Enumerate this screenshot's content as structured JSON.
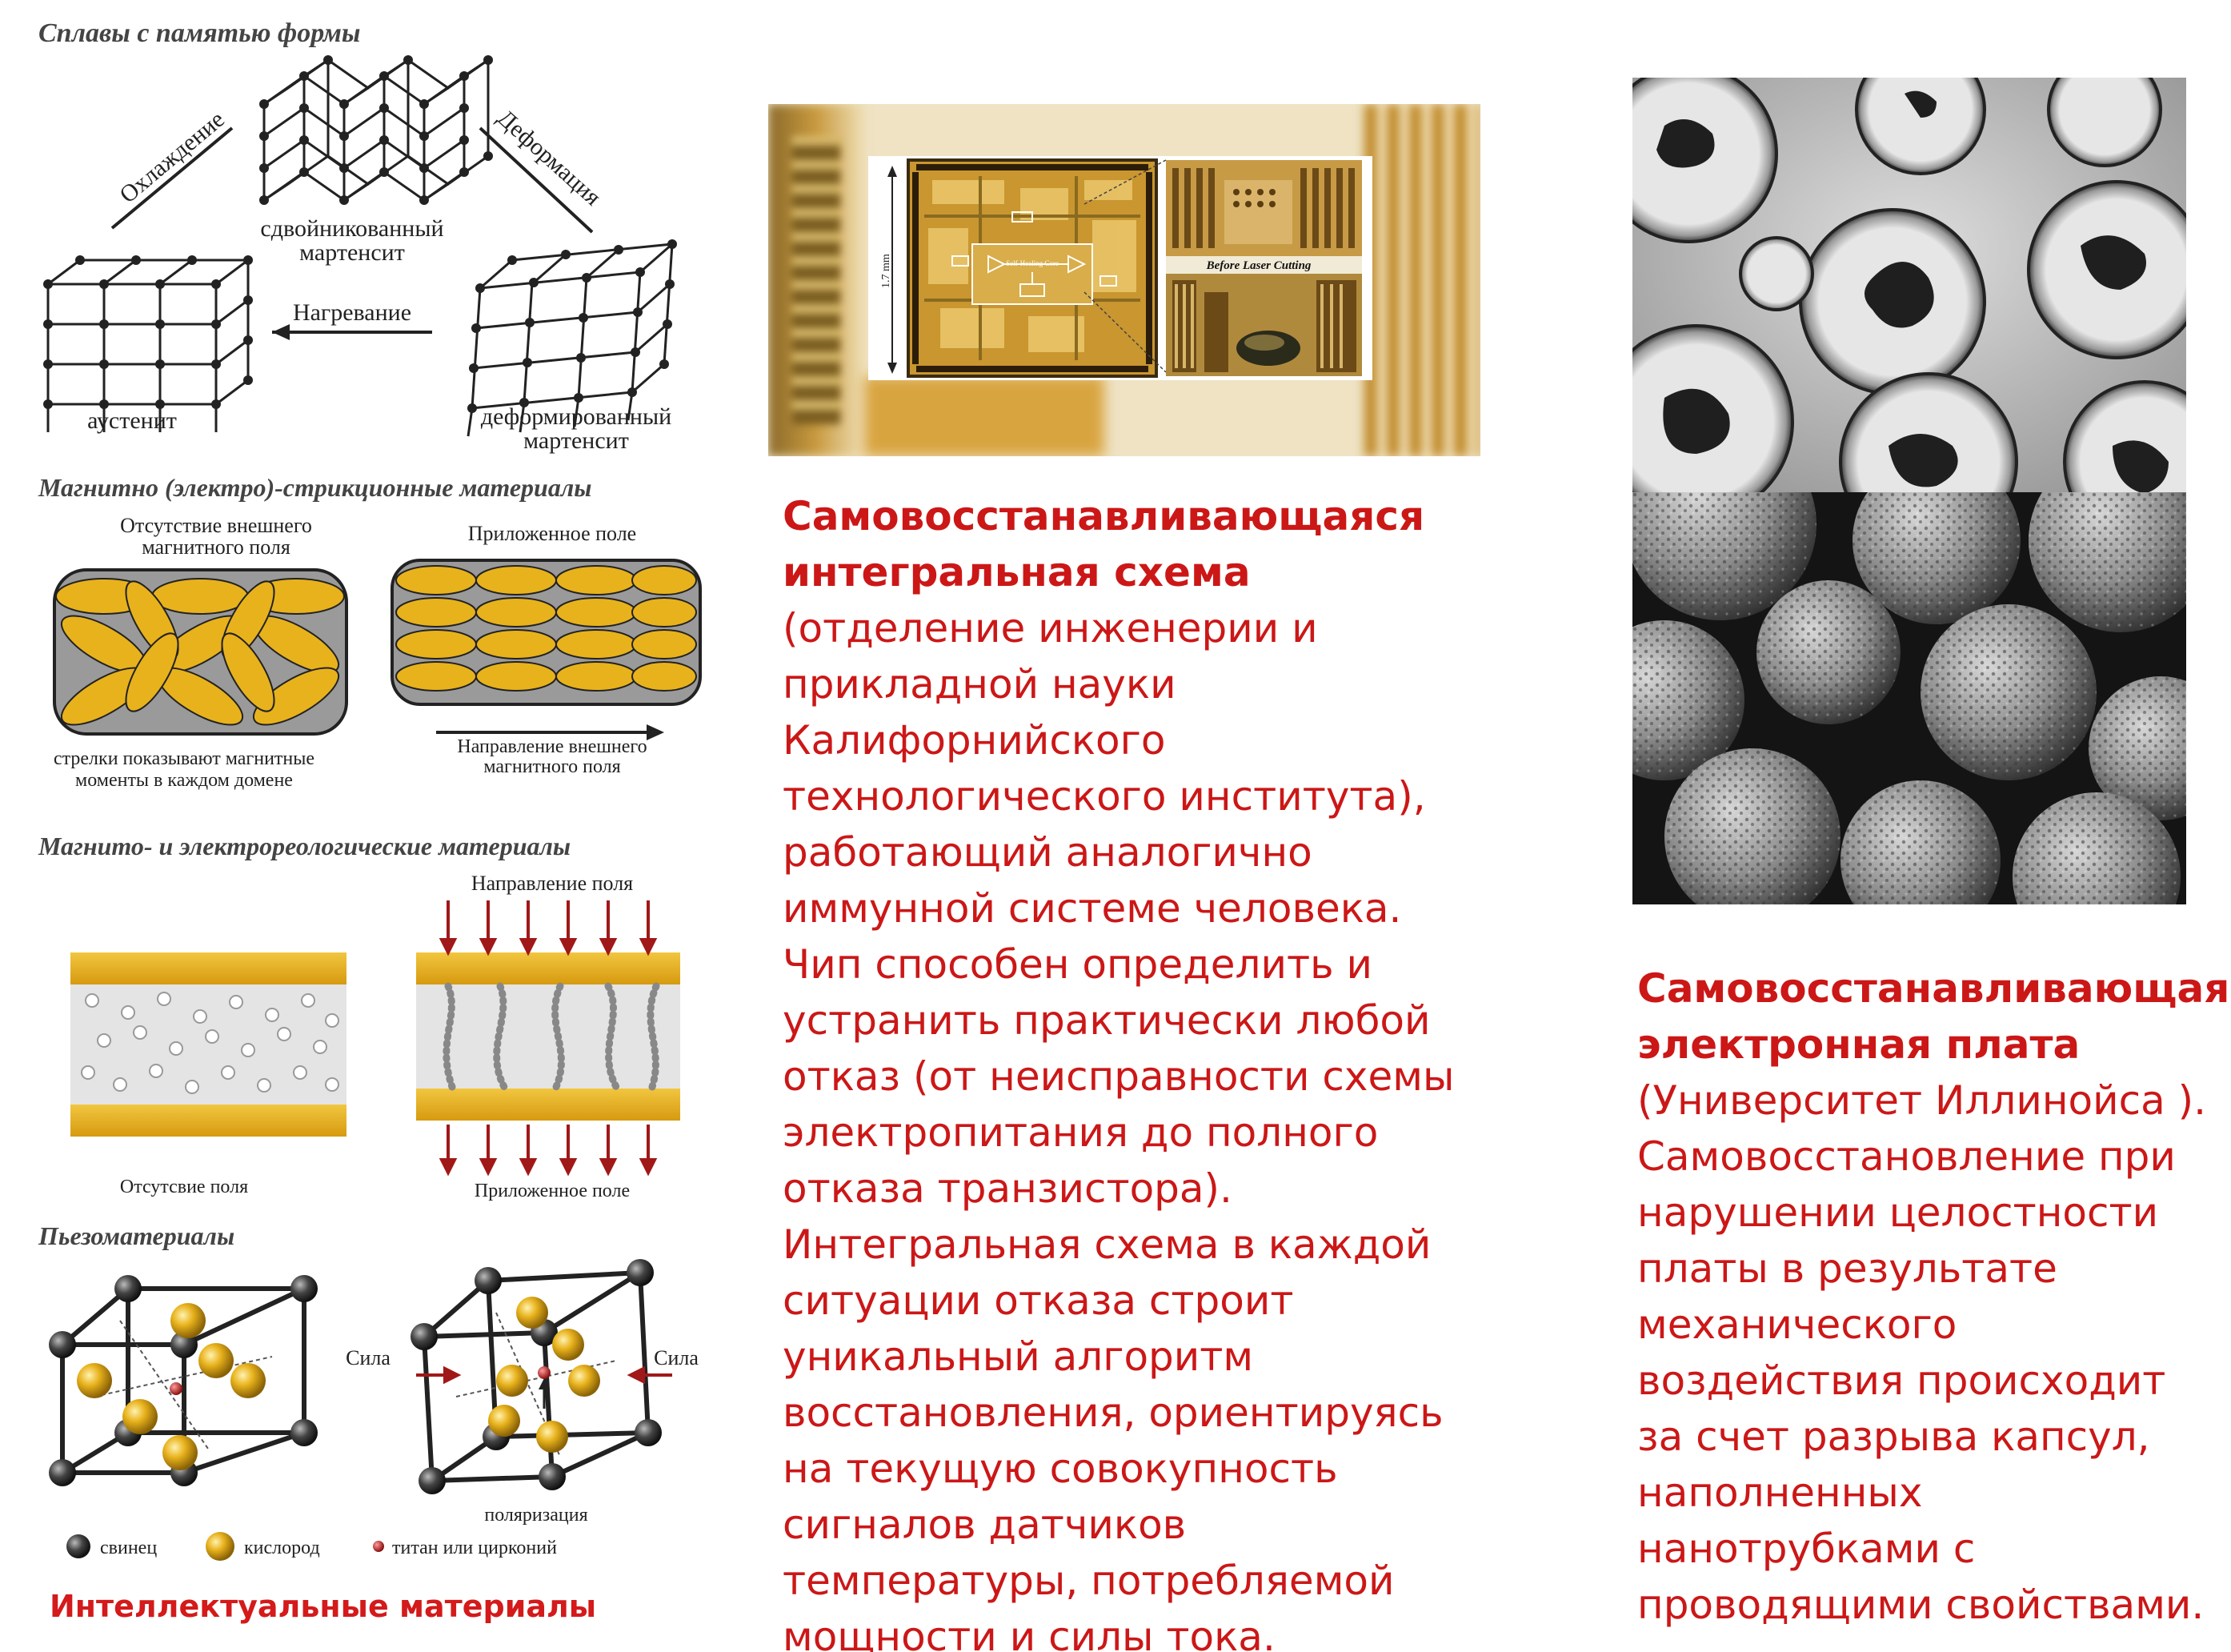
{
  "left": {
    "sma": {
      "heading": "Сплавы с памятью формы",
      "cooling": "Охлаждение",
      "deformation": "Деформация",
      "heating": "Нагревание",
      "twinned": "сдвойникованный",
      "twinned2": "мартенсит",
      "austenite": "аустенит",
      "deformed": "деформированный",
      "deformed2": "мартенсит"
    },
    "magneto": {
      "heading": "Магнитно (электро)-стрикционные материалы",
      "no_field": "Отсутствие внешнего",
      "no_field2": "магнитного поля",
      "applied": "Приложенное поле",
      "arrows_note": "стрелки показывают магнитные",
      "arrows_note2": "моменты в каждом домене",
      "direction": "Направление внешнего",
      "direction2": "магнитного поля"
    },
    "rheo": {
      "heading": "Магнито- и электрореологические материалы",
      "field_dir": "Направление поля",
      "absent": "Отсутсвие поля",
      "applied": "Приложенное поле"
    },
    "piezo": {
      "heading": "Пьезоматериалы",
      "force_left": "Сила",
      "force_right": "Сила",
      "polarization": "поляризация",
      "lead": "свинец",
      "oxygen": "кислород",
      "titanium": "титан или цирконий"
    },
    "caption": "Интеллектуальные материалы"
  },
  "chip": {
    "dim": "1.7 mm",
    "inset_label": "Before Laser Cutting",
    "core_label": "Self-Healing Core"
  },
  "middle_text": {
    "bold": "Самовосстанавливающаяся интегральная схема",
    "rest": " (отделение инженерии и прикладной науки Калифорнийского технологического института), работающий  аналогично иммунной системе человека. Чип способен определить и устранить практически любой отказ (от неисправности схемы электропитания до полного отказа транзистора). Интегральная схема в каждой ситуации отказа строит уникальный алгоритм восстановления, ориентируясь на текущую совокупность сигналов датчиков температуры, потребляемой мощности и силы тока."
  },
  "right_text": {
    "bold": "Самовосстанавливающаяся электронная плата",
    "rest": " (Университет Иллинойса ). Самовосстановление при нарушении целостности платы  в результате механического воздействия происходит  за счет разрыва капсул, наполненных нанотрубками с проводящими свойствами."
  },
  "colors": {
    "accent_red": "#d41a1a",
    "gold": "#e8b21c",
    "chip_gold": "#c9962f"
  }
}
